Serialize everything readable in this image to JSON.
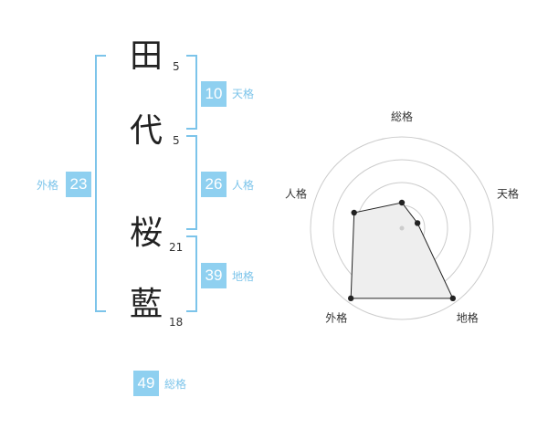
{
  "colors": {
    "accent": "#8fd0f0",
    "bracket": "#7cc4ea",
    "text": "#333333"
  },
  "characters": [
    {
      "kanji": "田",
      "strokes": "5"
    },
    {
      "kanji": "代",
      "strokes": "5"
    },
    {
      "kanji": "桜",
      "strokes": "21"
    },
    {
      "kanji": "藍",
      "strokes": "18"
    }
  ],
  "scores": {
    "tenkaku": {
      "value": "10",
      "label": "天格"
    },
    "jinkaku": {
      "value": "26",
      "label": "人格"
    },
    "chikaku": {
      "value": "39",
      "label": "地格"
    },
    "gaikaku": {
      "value": "23",
      "label": "外格"
    },
    "soukaku": {
      "value": "49",
      "label": "総格"
    }
  },
  "chart_data": {
    "type": "radar",
    "axes": [
      "総格",
      "天格",
      "地格",
      "外格",
      "人格"
    ],
    "values": [
      0.28,
      0.18,
      0.95,
      0.95,
      0.55
    ],
    "rings": 4
  }
}
